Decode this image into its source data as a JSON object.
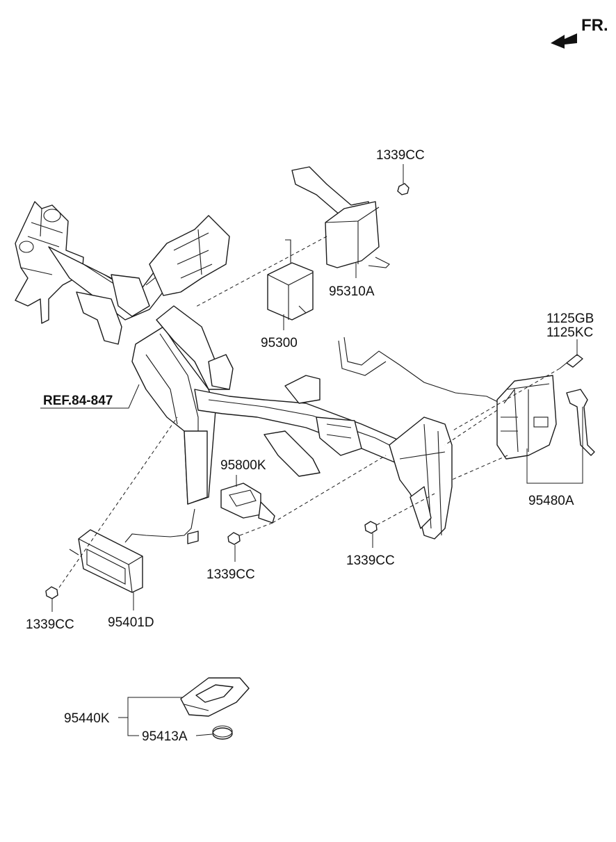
{
  "orientation": {
    "label": "FR.",
    "icon": "front-direction-arrow-icon"
  },
  "reference": {
    "label": "REF.84-847"
  },
  "parts": {
    "p_1339cc_top": "1339CC",
    "p_95310a": "95310A",
    "p_95300": "95300",
    "p_1125gb": "1125GB",
    "p_1125kc": "1125KC",
    "p_95480a": "95480A",
    "p_95800k": "95800K",
    "p_1339cc_mid": "1339CC",
    "p_1339cc_right": "1339CC",
    "p_1339cc_left": "1339CC",
    "p_95401d": "95401D",
    "p_95440k": "95440K",
    "p_95413a": "95413A"
  }
}
